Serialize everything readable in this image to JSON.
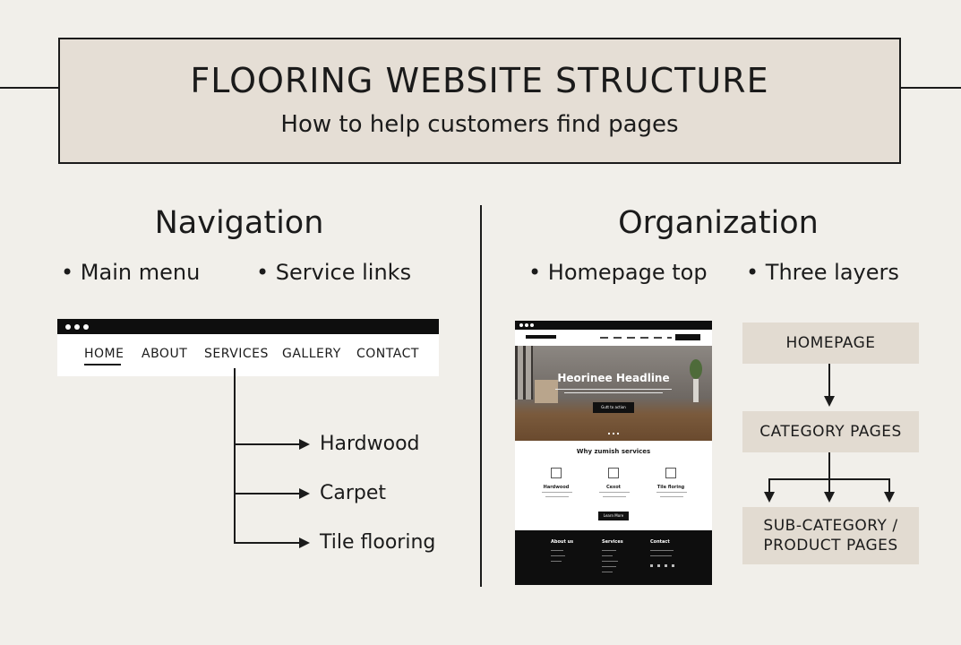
{
  "header": {
    "title": "FLOORING WEBSITE STRUCTURE",
    "subtitle": "How to help customers find pages"
  },
  "navigation": {
    "heading": "Navigation",
    "bullets": [
      "Main menu",
      "Service links"
    ],
    "menu": [
      "HOME",
      "ABOUT",
      "SERVICES",
      "GALLERY",
      "CONTACT"
    ],
    "active_item": "HOME",
    "service_links": [
      "Hardwood",
      "Carpet",
      "Tile flooring"
    ]
  },
  "organization": {
    "heading": "Organization",
    "bullets": [
      "Homepage top",
      "Three layers"
    ],
    "hierarchy": {
      "level1": "HOMEPAGE",
      "level2": "CATEGORY PAGES",
      "level3_line1": "SUB-CATEGORY /",
      "level3_line2": "PRODUCT PAGES"
    }
  },
  "website_mockup": {
    "hero_title": "Heorinee Headline",
    "hero_button": "Gutt to action",
    "services_heading": "Why zumish services",
    "services": [
      "Hardwood",
      "Cexot",
      "Tile floring"
    ],
    "cta_button": "Learn More",
    "footer_columns": [
      "About us",
      "Services",
      "Contact"
    ]
  },
  "colors": {
    "background": "#f1efea",
    "box_fill": "#e2dbd1",
    "ink": "#1b1b1b"
  }
}
